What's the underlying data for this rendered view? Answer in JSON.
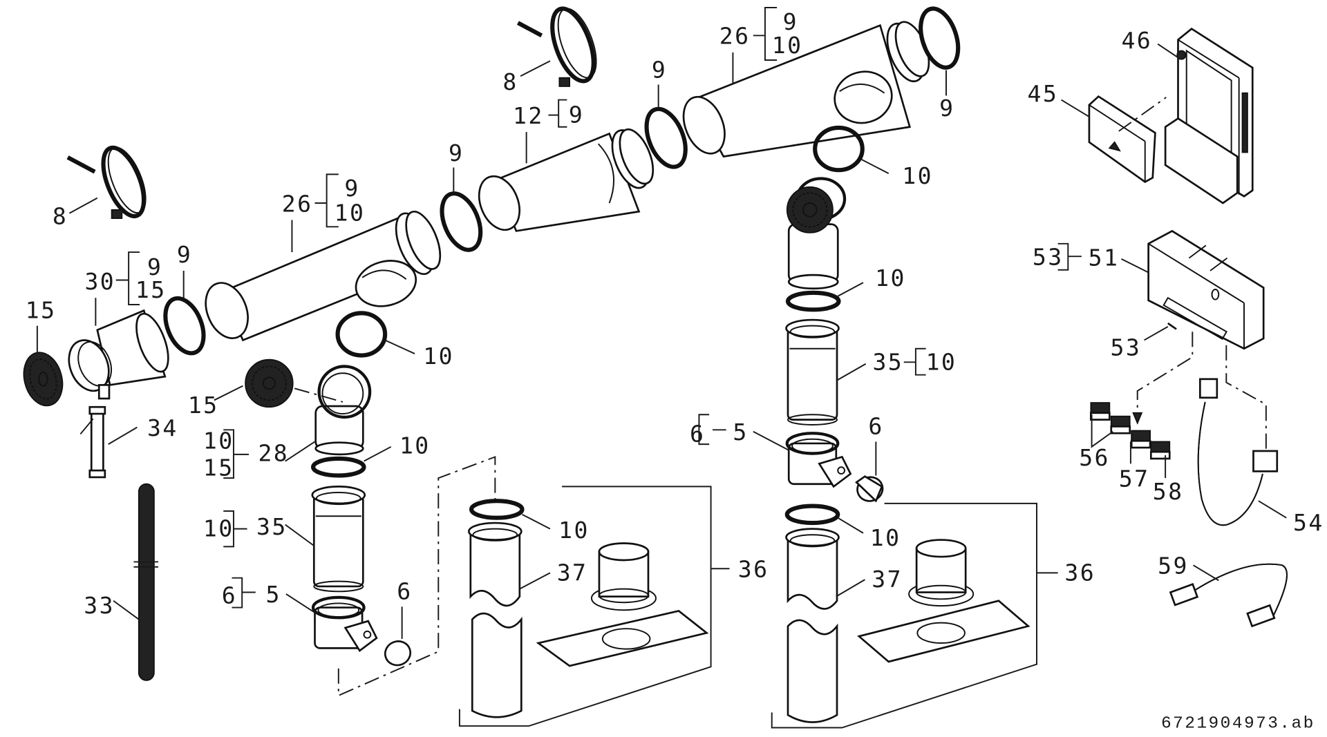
{
  "figure": {
    "reference_code": "6721904973.ab",
    "line_color": "#1a1a1a",
    "background": "#ffffff"
  },
  "callouts": {
    "c8a": "8",
    "c8b": "8",
    "c9a": "9",
    "c9b": "9",
    "c9c": "9",
    "c9d": "9",
    "c10a": "10",
    "c10b": "10",
    "c10c": "10",
    "c10d": "10",
    "c10e": "10",
    "c10f": "10",
    "c12": "12",
    "c15a": "15",
    "c15b": "15",
    "c26a": "26",
    "c26b": "26",
    "c28": "28",
    "c30": "30",
    "c33": "33",
    "c34": "34",
    "c35a": "35",
    "c35b": "35",
    "c5a": "5",
    "c5b": "5",
    "c6a": "6",
    "c6b": "6",
    "c36a": "36",
    "c36b": "36",
    "c37a": "37",
    "c37b": "37",
    "c45": "45",
    "c46": "46",
    "c51": "51",
    "c53a": "53",
    "c53b": "53",
    "c54": "54",
    "c56": "56",
    "c57": "57",
    "c58": "58",
    "c59": "59"
  },
  "bracket_groups": {
    "b26a": [
      "9",
      "10"
    ],
    "b26b": [
      "9",
      "10"
    ],
    "b30": [
      "9",
      "15"
    ],
    "b12": [
      "9"
    ],
    "b28": [
      "10",
      "15"
    ],
    "b35a": [
      "10"
    ],
    "b35b": [
      "10"
    ],
    "b5a": [
      "6"
    ],
    "b5b": [
      "6"
    ],
    "b51": [
      "53"
    ]
  }
}
